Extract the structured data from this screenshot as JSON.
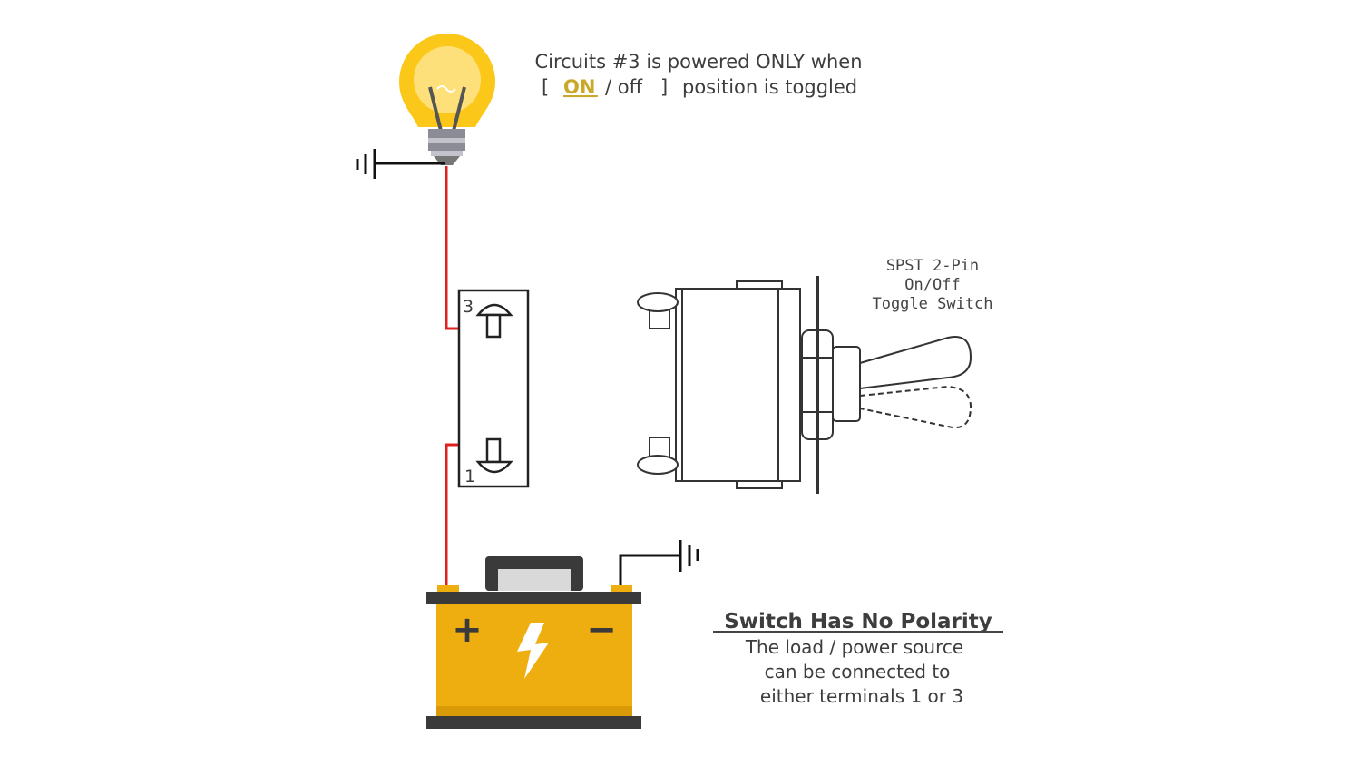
{
  "caption": {
    "line1": "Circuits #3 is powered ONLY when",
    "bracket_open": "[",
    "on_label": "ON",
    "off_label": "/ off",
    "bracket_close": "]",
    "line2_rest": "position is toggled"
  },
  "switch_terminals": {
    "top": "3",
    "bottom": "1"
  },
  "switch_description": [
    "SPST 2-Pin",
    "On/Off",
    "Toggle Switch"
  ],
  "battery": {
    "plus": "+",
    "minus": "−"
  },
  "note": {
    "title": "Switch Has No Polarity",
    "lines": [
      "The load / power source",
      "can be connected to",
      "either terminals 1 or 3"
    ]
  },
  "colors": {
    "wire": "#e02020",
    "bulb": "#fbc81a",
    "battery": "#eeae10",
    "on_accent": "#c9a82a"
  }
}
